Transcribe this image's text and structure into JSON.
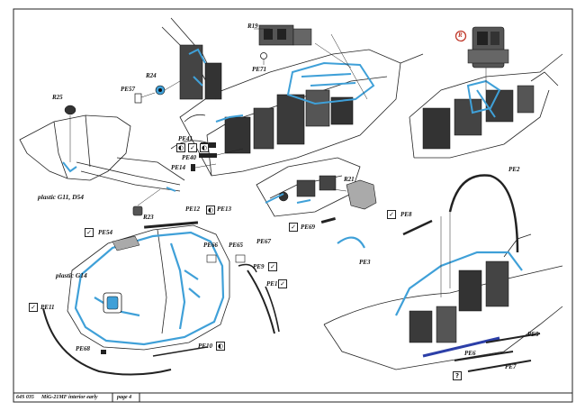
{
  "footer": {
    "code": "64S 035",
    "title": "MiG-21MF interior early",
    "page": "page 4"
  },
  "accent_color": "#3fa0d8",
  "labels": {
    "R19": "R19",
    "PE71": "PE71",
    "R24": "R24",
    "PE57": "PE57",
    "R25": "R25",
    "PE41": "PE41",
    "PE40": "PE40",
    "PE14": "PE14",
    "R23": "R23",
    "PE12": "PE12",
    "PE13": "PE13",
    "R21": "R21",
    "PE69": "PE69",
    "PE54": "PE54",
    "PE66": "PE66",
    "PE65": "PE65",
    "PE67": "PE67",
    "PE9": "PE9",
    "PE1": "PE1",
    "PE11": "PE11",
    "PE68": "PE68",
    "PE10": "PE10",
    "PE2": "PE2",
    "PE8": "PE8",
    "PE3": "PE3",
    "PE5": "PE5",
    "PE6": "PE6",
    "PE7": "PE7",
    "R_top_right": "R"
  },
  "plastic": {
    "g11_d54": "plastic G11, D54",
    "g14": "plastic G14"
  },
  "symbols": {
    "check": "✓",
    "question": "?",
    "bend": "◐"
  }
}
